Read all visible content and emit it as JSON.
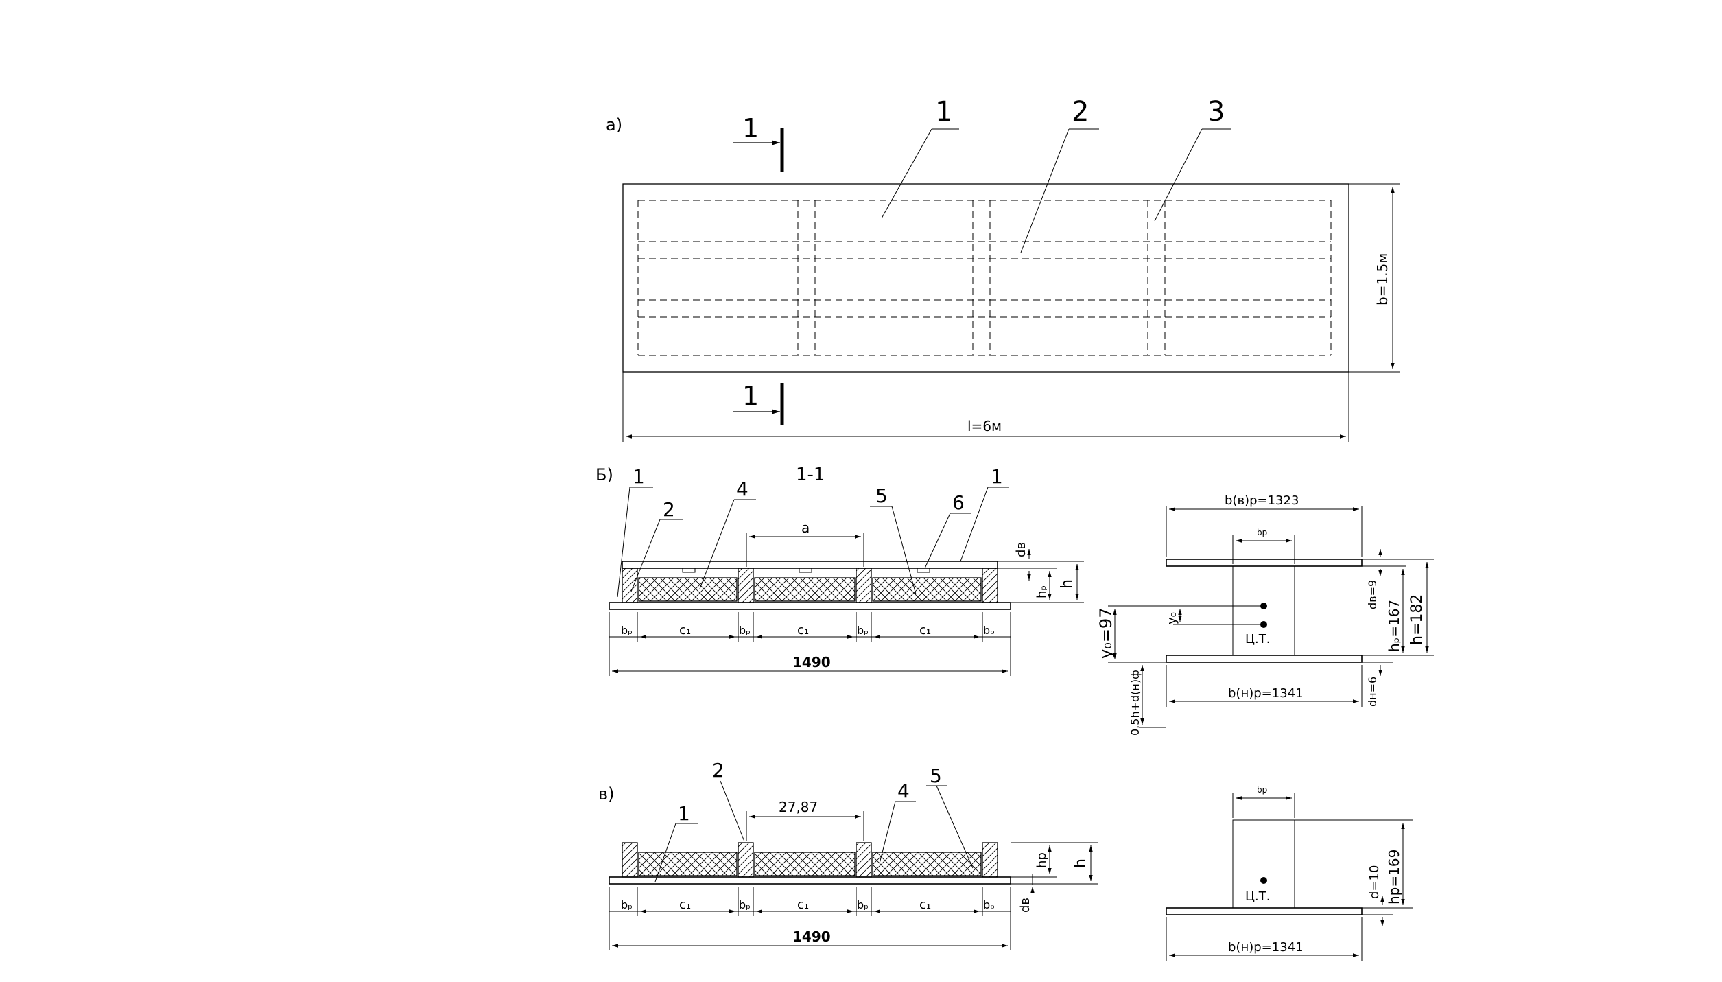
{
  "drawing": {
    "panel_a": {
      "label": "а)",
      "section_marker": "1",
      "callouts": [
        "1",
        "2",
        "3"
      ],
      "width_dim": "b=1.5м",
      "length_dim": "l=6м"
    },
    "panel_b": {
      "label": "Б)",
      "section_title": "1-1",
      "callouts": [
        "1",
        "2",
        "4",
        "5",
        "6",
        "1"
      ],
      "spacing_dim": "a",
      "top_skin_dim": "dв",
      "rib_height_dim": "hₚ",
      "height_dim": "h",
      "rib_width_label": "bₚ",
      "cell_label": "c₁",
      "total_width": "1490",
      "calc": {
        "top_width": "b(в)р=1323",
        "rib_width": "bр",
        "top_skin": "dв=9",
        "rib_height": "hₚ=167",
        "height": "h=182",
        "y0_small": "y₀",
        "y0": "y₀=97",
        "centroid": "Ц.Т.",
        "offset": "0.5h+d(н)ф",
        "bottom_width": "b(н)р=1341",
        "bottom_skin": "dн=6"
      }
    },
    "panel_c": {
      "label": "в)",
      "callouts": [
        "2",
        "1",
        "4",
        "5"
      ],
      "spacing_dim": "27,87",
      "rib_height_dim": "hр",
      "height_dim": "h",
      "skin_dim": "dв",
      "rib_width_label": "bₚ",
      "cell_label": "c₁",
      "total_width": "1490",
      "calc": {
        "rib_width": "bр",
        "skin": "d=10",
        "rib_height": "hр=169",
        "centroid": "Ц.Т.",
        "bottom_width": "b(н)р=1341"
      }
    }
  }
}
